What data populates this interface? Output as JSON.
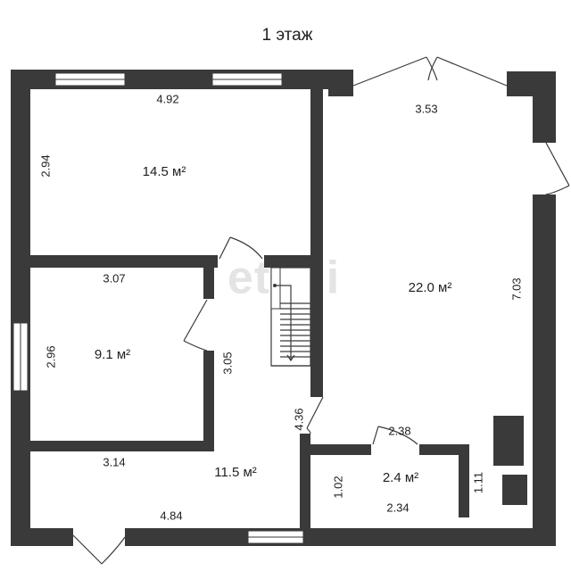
{
  "floor_title": "1 этаж",
  "watermark": "etagi",
  "rooms": [
    {
      "id": "room-top-left",
      "area": "14.5 м²",
      "width": "4.92",
      "height": "2.94"
    },
    {
      "id": "room-mid-left",
      "area": "9.1 м²",
      "width": "3.07",
      "height": "2.96"
    },
    {
      "id": "room-hall",
      "area": "11.5 м²",
      "width_top": "3.14",
      "width_bottom": "4.84",
      "height_a": "3.05",
      "height_b": "4.36"
    },
    {
      "id": "room-large",
      "area": "22.0 м²",
      "width": "3.53",
      "height": "7.03"
    },
    {
      "id": "room-small",
      "area": "2.4 м²",
      "width_top": "2.38",
      "width_bottom": "2.34",
      "height_left": "1.02",
      "height_right": "1.11"
    }
  ]
}
